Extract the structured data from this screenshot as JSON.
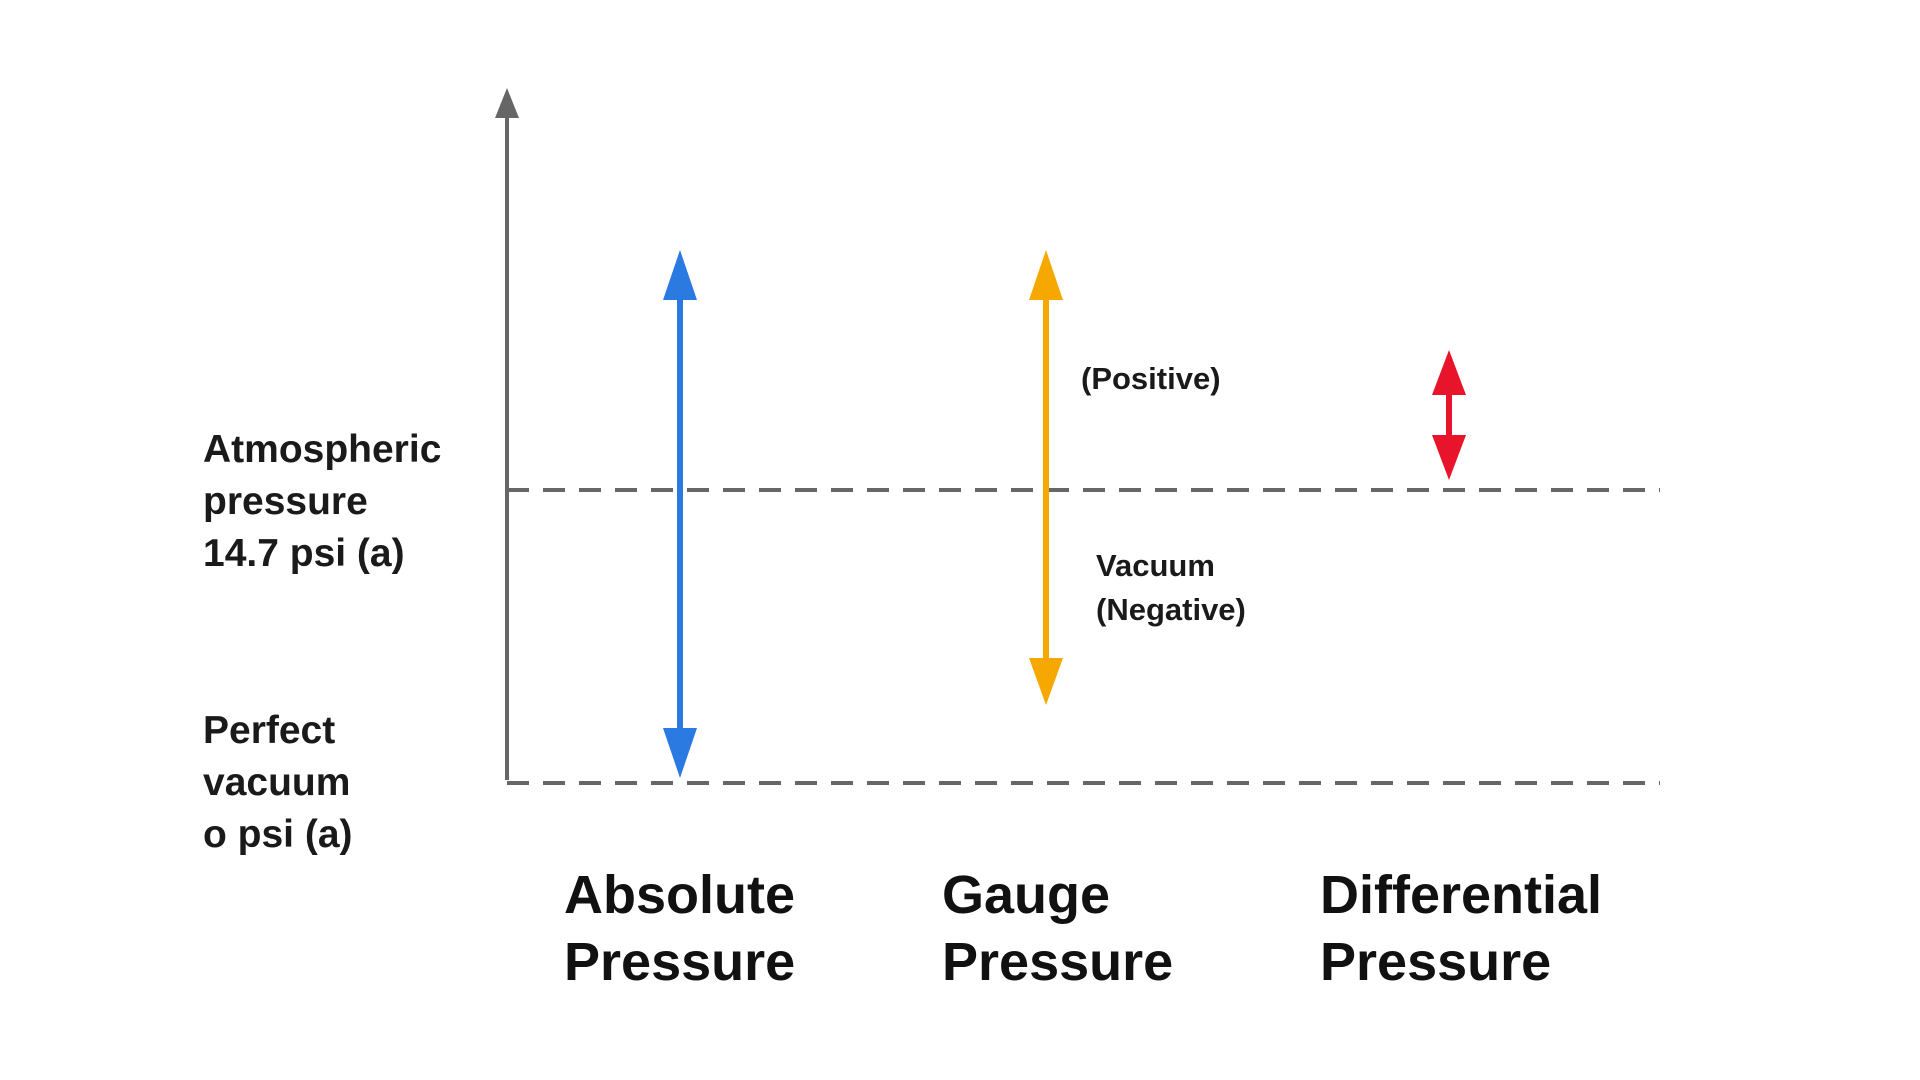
{
  "left_labels": {
    "atmospheric": [
      "Atmospheric",
      "pressure",
      "14.7 psi (a)"
    ],
    "perfect_vacuum": [
      "Perfect",
      "vacuum",
      "o psi (a)"
    ]
  },
  "gauge_annotations": {
    "positive": "(Positive)",
    "vacuum": [
      "Vacuum",
      "(Negative)"
    ]
  },
  "categories": [
    {
      "lines": [
        "Absolute",
        "Pressure"
      ],
      "color": "#2a7ae2"
    },
    {
      "lines": [
        "Gauge",
        "Pressure"
      ],
      "color": "#f7a800"
    },
    {
      "lines": [
        "Differential",
        "Pressure"
      ],
      "color": "#e8142b"
    }
  ],
  "colors": {
    "axis": "#666666",
    "dashed_reference": "#666666"
  }
}
